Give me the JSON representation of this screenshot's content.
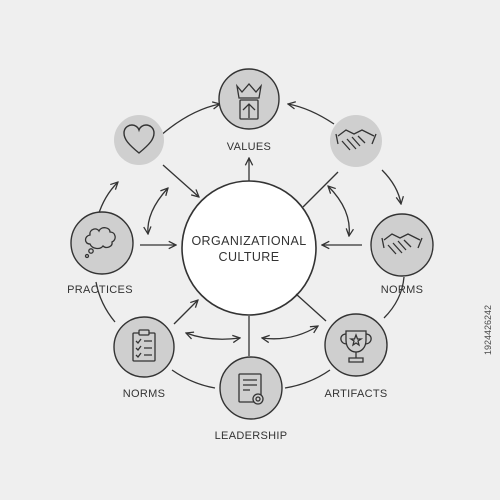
{
  "center": {
    "line1": "ORGANIZATIONAL",
    "line2": "CULTURE"
  },
  "nodes": {
    "values": "VALUES",
    "norms_right": "NORMS",
    "artifacts": "ARTIFACTS",
    "leadership": "LEADERSHIP",
    "norms_left": "NORMS",
    "practices": "PRACTICES"
  },
  "watermark": "1924426242",
  "colors": {
    "line": "#333333",
    "node_fill": "#cfcfcf",
    "background": "#efefef"
  },
  "icons": [
    "crown-arrow-icon",
    "handshake-icon",
    "trophy-icon",
    "document-gear-icon",
    "checklist-icon",
    "thought-bubble-icon",
    "heart-icon"
  ]
}
